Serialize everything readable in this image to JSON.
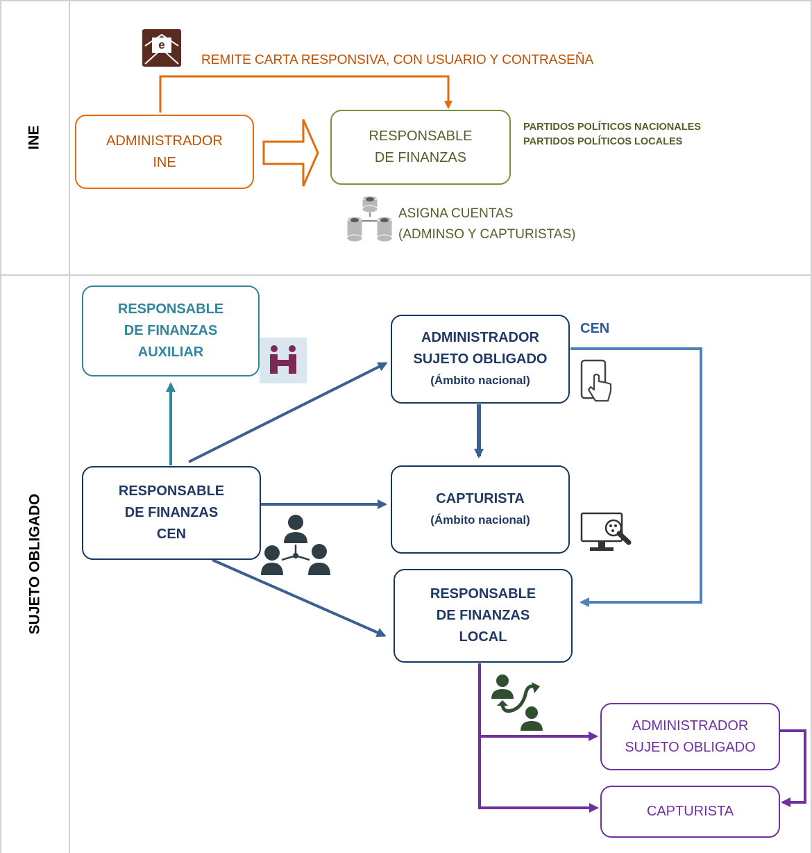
{
  "lanes": {
    "top": "INE",
    "bottom": "SUJETO OBLIGADO"
  },
  "colors": {
    "orange": "#e36c0a",
    "orange_text": "#c05000",
    "green": "#76923c",
    "green_text": "#4f6228",
    "teal": "#31859c",
    "navy": "#17375e",
    "navy_text": "#1f3864",
    "blue_arrow": "#3c5f92",
    "light_blue_arrow": "#4f81bd",
    "purple": "#7030a0",
    "border_gray": "#d0d0d0"
  },
  "ine": {
    "remite_label": "REMITE CARTA RESPONSIVA, CON USUARIO Y CONTRASEÑA",
    "admin_box": {
      "line1": "ADMINISTRADOR",
      "line2": "INE"
    },
    "resp_box": {
      "line1": "RESPONSABLE",
      "line2": "DE FINANZAS"
    },
    "partidos": {
      "line1": "PARTIDOS POLÍTICOS NACIONALES",
      "line2": "PARTIDOS POLÍTICOS LOCALES"
    },
    "asigna": {
      "line1": "ASIGNA CUENTAS",
      "line2": "(ADMINSO Y CAPTURISTAS)"
    },
    "email_icon_letter": "e"
  },
  "sujeto": {
    "aux_box": {
      "line1": "RESPONSABLE",
      "line2": "DE FINANZAS",
      "line3": "AUXILIAR"
    },
    "admin_nacional_box": {
      "line1": "ADMINISTRADOR",
      "line2": "SUJETO OBLIGADO",
      "line3": "(Ámbito nacional)"
    },
    "cen_label": "CEN",
    "resp_cen_box": {
      "line1": "RESPONSABLE",
      "line2": "DE FINANZAS",
      "line3": "CEN"
    },
    "capturista_nacional_box": {
      "line1": "CAPTURISTA",
      "line2": "(Ámbito nacional)"
    },
    "resp_local_box": {
      "line1": "RESPONSABLE",
      "line2": "DE FINANZAS",
      "line3": "LOCAL"
    },
    "admin_local_box": {
      "line1": "ADMINISTRADOR",
      "line2": "SUJETO OBLIGADO"
    },
    "capturista_local_box": {
      "line1": "CAPTURISTA"
    }
  }
}
